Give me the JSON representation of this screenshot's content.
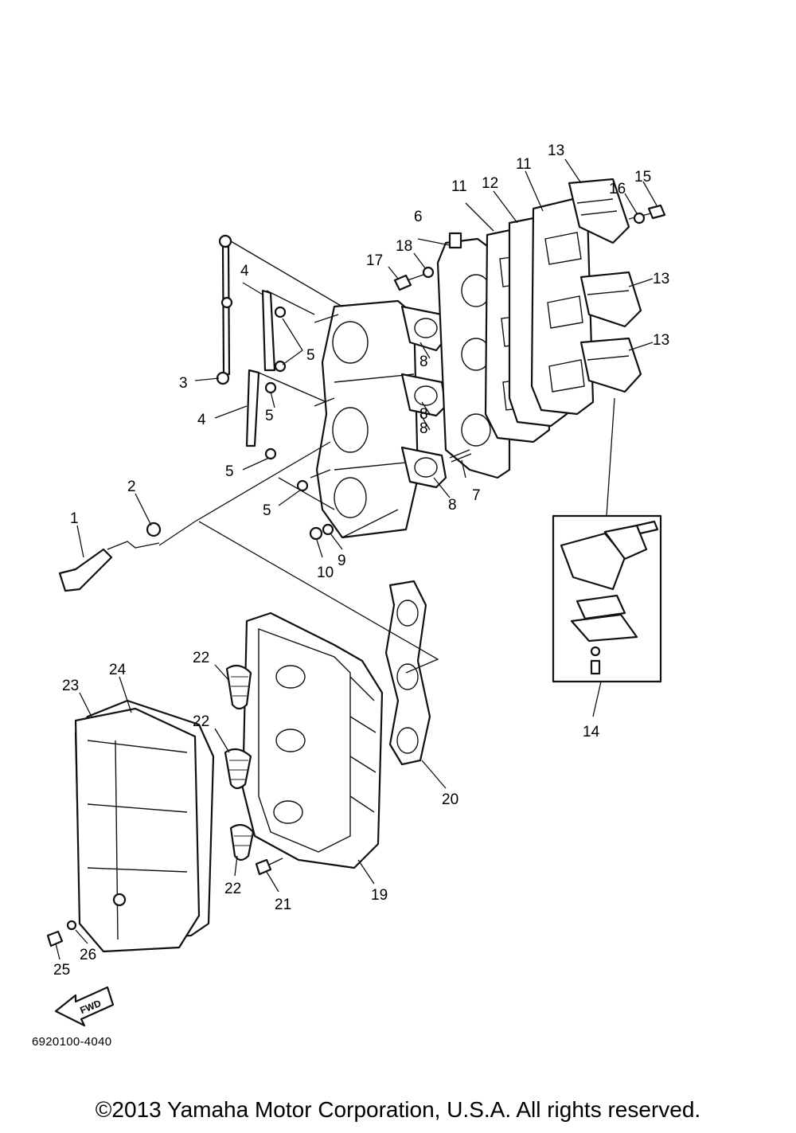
{
  "diagram": {
    "code": "6920100-4040",
    "copyright": "©2013 Yamaha Motor Corporation, U.S.A. All rights reserved.",
    "fwd_label": "FWD"
  },
  "callouts": {
    "c1": "1",
    "c2": "2",
    "c3": "3",
    "c4a": "4",
    "c4b": "4",
    "c5a": "5",
    "c5b": "5",
    "c5c": "5",
    "c5d": "5",
    "c6": "6",
    "c7": "7",
    "c8a": "8",
    "c8b": "8",
    "c8c": "8",
    "c8d": "8",
    "c9": "9",
    "c10": "10",
    "c11a": "11",
    "c11b": "11",
    "c12": "12",
    "c13a": "13",
    "c13b": "13",
    "c13c": "13",
    "c14": "14",
    "c15": "15",
    "c16": "16",
    "c17": "17",
    "c18": "18",
    "c19": "19",
    "c20": "20",
    "c21": "21",
    "c22a": "22",
    "c22b": "22",
    "c22c": "22",
    "c23": "23",
    "c24": "24",
    "c25": "25",
    "c26": "26"
  }
}
